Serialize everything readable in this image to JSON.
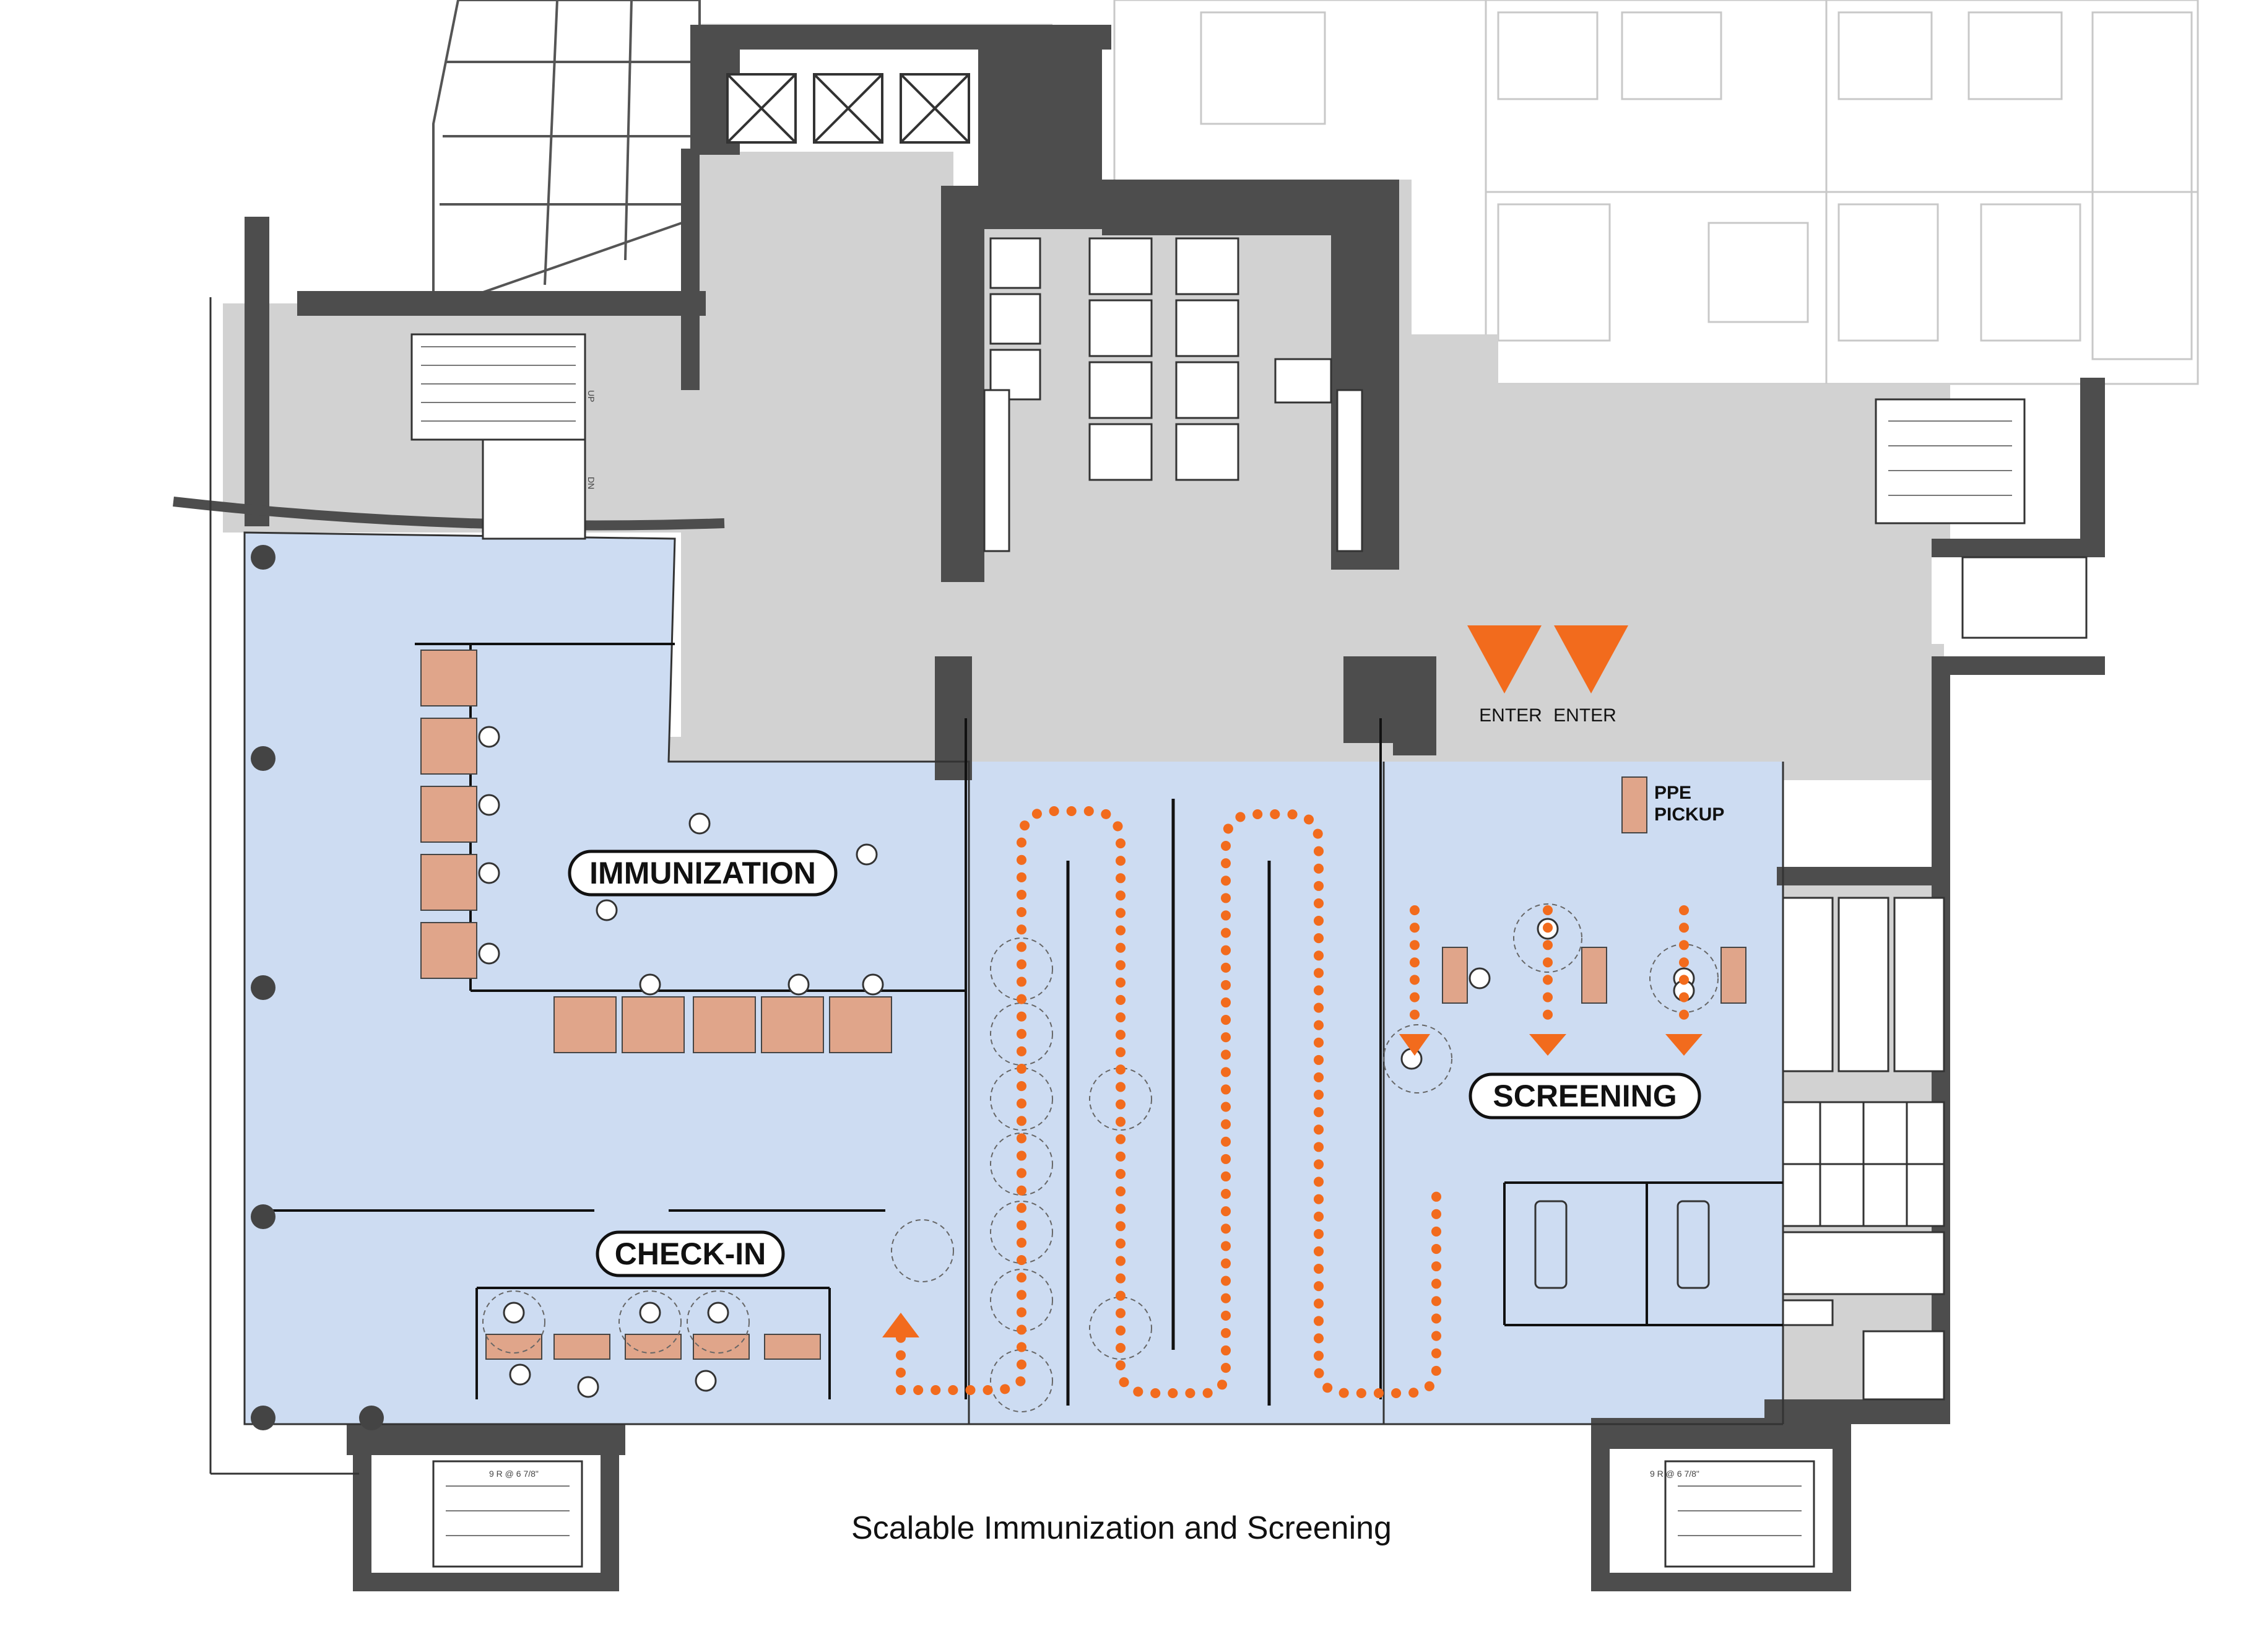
{
  "diagram": {
    "caption": "Scalable Immunization and Screening",
    "zones": {
      "immunization": "IMMUNIZATION",
      "check_in": "CHECK-IN",
      "screening": "SCREENING"
    },
    "entrances": [
      "ENTER",
      "ENTER"
    ],
    "ppe_pickup": [
      "PPE",
      "PICKUP"
    ],
    "stair_notes": [
      "UP",
      "DN",
      "9 R @ 6 7/8\""
    ],
    "colors": {
      "zone_fill": "#cddcf2",
      "circulation_fill": "#d2d2d2",
      "wall": "#444444",
      "flow": "#f26b1d",
      "station": "#e0a58a",
      "ghost_lines": "#bdbdbd"
    }
  }
}
